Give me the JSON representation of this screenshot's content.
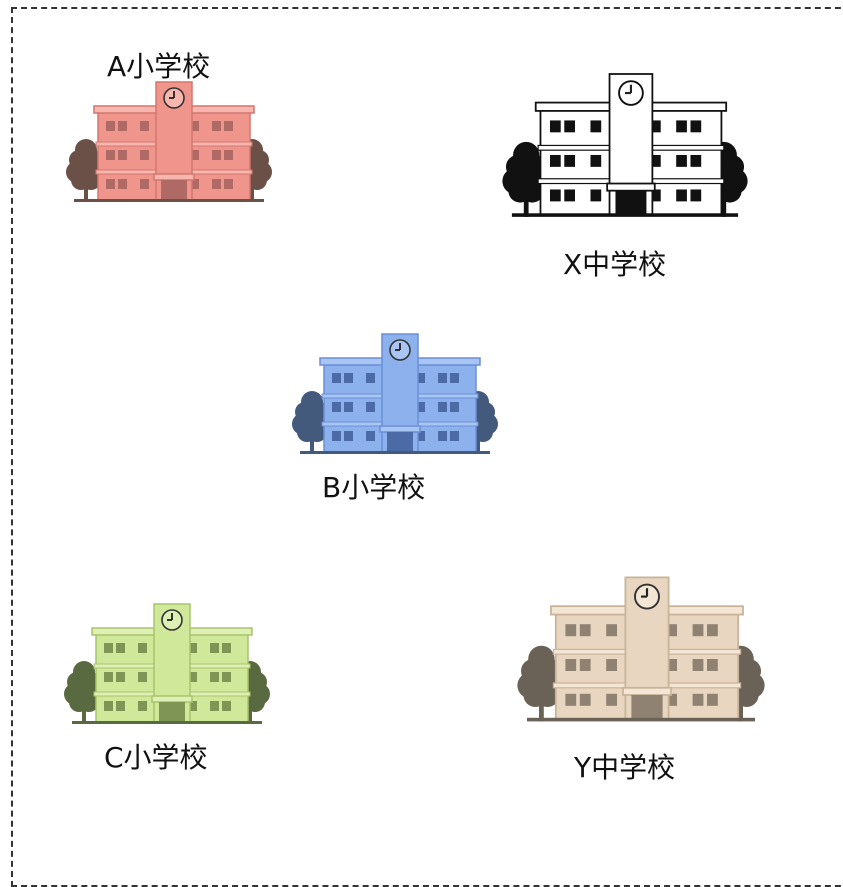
{
  "schools": [
    {
      "id": "a",
      "label": "A小学校",
      "colors": {
        "body": "#f0958c",
        "window": "#b06a66",
        "trim": "#f7b7af",
        "outline": "#d2766f",
        "tree": "#6b5048",
        "clock": "#f7b7af"
      }
    },
    {
      "id": "x",
      "label": "X中学校",
      "colors": {
        "body": "#ffffff",
        "window": "#111111",
        "trim": "#ffffff",
        "outline": "#111111",
        "tree": "#111111",
        "clock": "#ffffff"
      }
    },
    {
      "id": "b",
      "label": "B小学校",
      "colors": {
        "body": "#8db1ec",
        "window": "#4b6aa6",
        "trim": "#a9c5f3",
        "outline": "#6a8fd6",
        "tree": "#445a7c",
        "clock": "#a9c5f3"
      }
    },
    {
      "id": "c",
      "label": "C小学校",
      "colors": {
        "body": "#cfe89a",
        "window": "#7f9556",
        "trim": "#dff0b5",
        "outline": "#a9c46d",
        "tree": "#5a6a40",
        "clock": "#dff0b5"
      }
    },
    {
      "id": "y",
      "label": "Y中学校",
      "colors": {
        "body": "#e8d6c0",
        "window": "#8f8272",
        "trim": "#f3e6d4",
        "outline": "#c9b49a",
        "tree": "#6a6257",
        "clock": "#f3e6d4"
      }
    }
  ]
}
